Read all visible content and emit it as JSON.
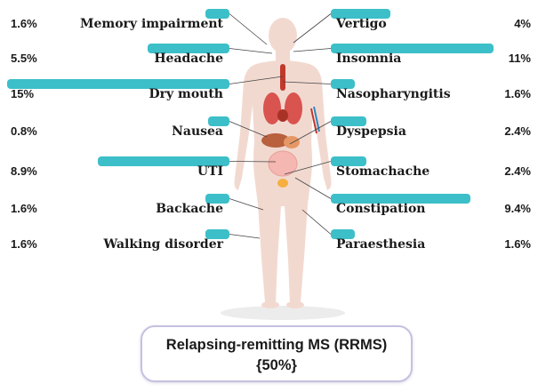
{
  "chart_data": {
    "type": "bar",
    "title": "",
    "xlabel": "",
    "ylabel": "",
    "xlim": [
      0,
      15
    ],
    "grid": false,
    "legend": "none",
    "bar_color": "#3cbfc8",
    "left_side": [
      {
        "category": "Memory impairment",
        "value": 1.6,
        "label": "1.6%"
      },
      {
        "category": "Headache",
        "value": 5.5,
        "label": "5.5%"
      },
      {
        "category": "Dry mouth",
        "value": 15,
        "label": "15%"
      },
      {
        "category": "Nausea",
        "value": 0.8,
        "label": "0.8%"
      },
      {
        "category": "UTI",
        "value": 8.9,
        "label": "8.9%"
      },
      {
        "category": "Backache",
        "value": 1.6,
        "label": "1.6%"
      },
      {
        "category": "Walking disorder",
        "value": 1.6,
        "label": "1.6%"
      }
    ],
    "right_side": [
      {
        "category": "Vertigo",
        "value": 4,
        "label": "4%"
      },
      {
        "category": "Insomnia",
        "value": 11,
        "label": "11%"
      },
      {
        "category": "Nasopharyngitis",
        "value": 1.6,
        "label": "1.6%"
      },
      {
        "category": "Dyspepsia",
        "value": 2.4,
        "label": "2.4%"
      },
      {
        "category": "Stomachache",
        "value": 2.4,
        "label": "2.4%"
      },
      {
        "category": "Constipation",
        "value": 9.4,
        "label": "9.4%"
      },
      {
        "category": "Paraesthesia",
        "value": 1.6,
        "label": "1.6%"
      }
    ]
  },
  "caption": {
    "line1": "Relapsing-remitting MS (RRMS)",
    "line2": "{50%}"
  },
  "figure": {
    "skin_color": "#f2d9d0",
    "organ_color": "#d9534f",
    "leader_color": "#444444"
  }
}
